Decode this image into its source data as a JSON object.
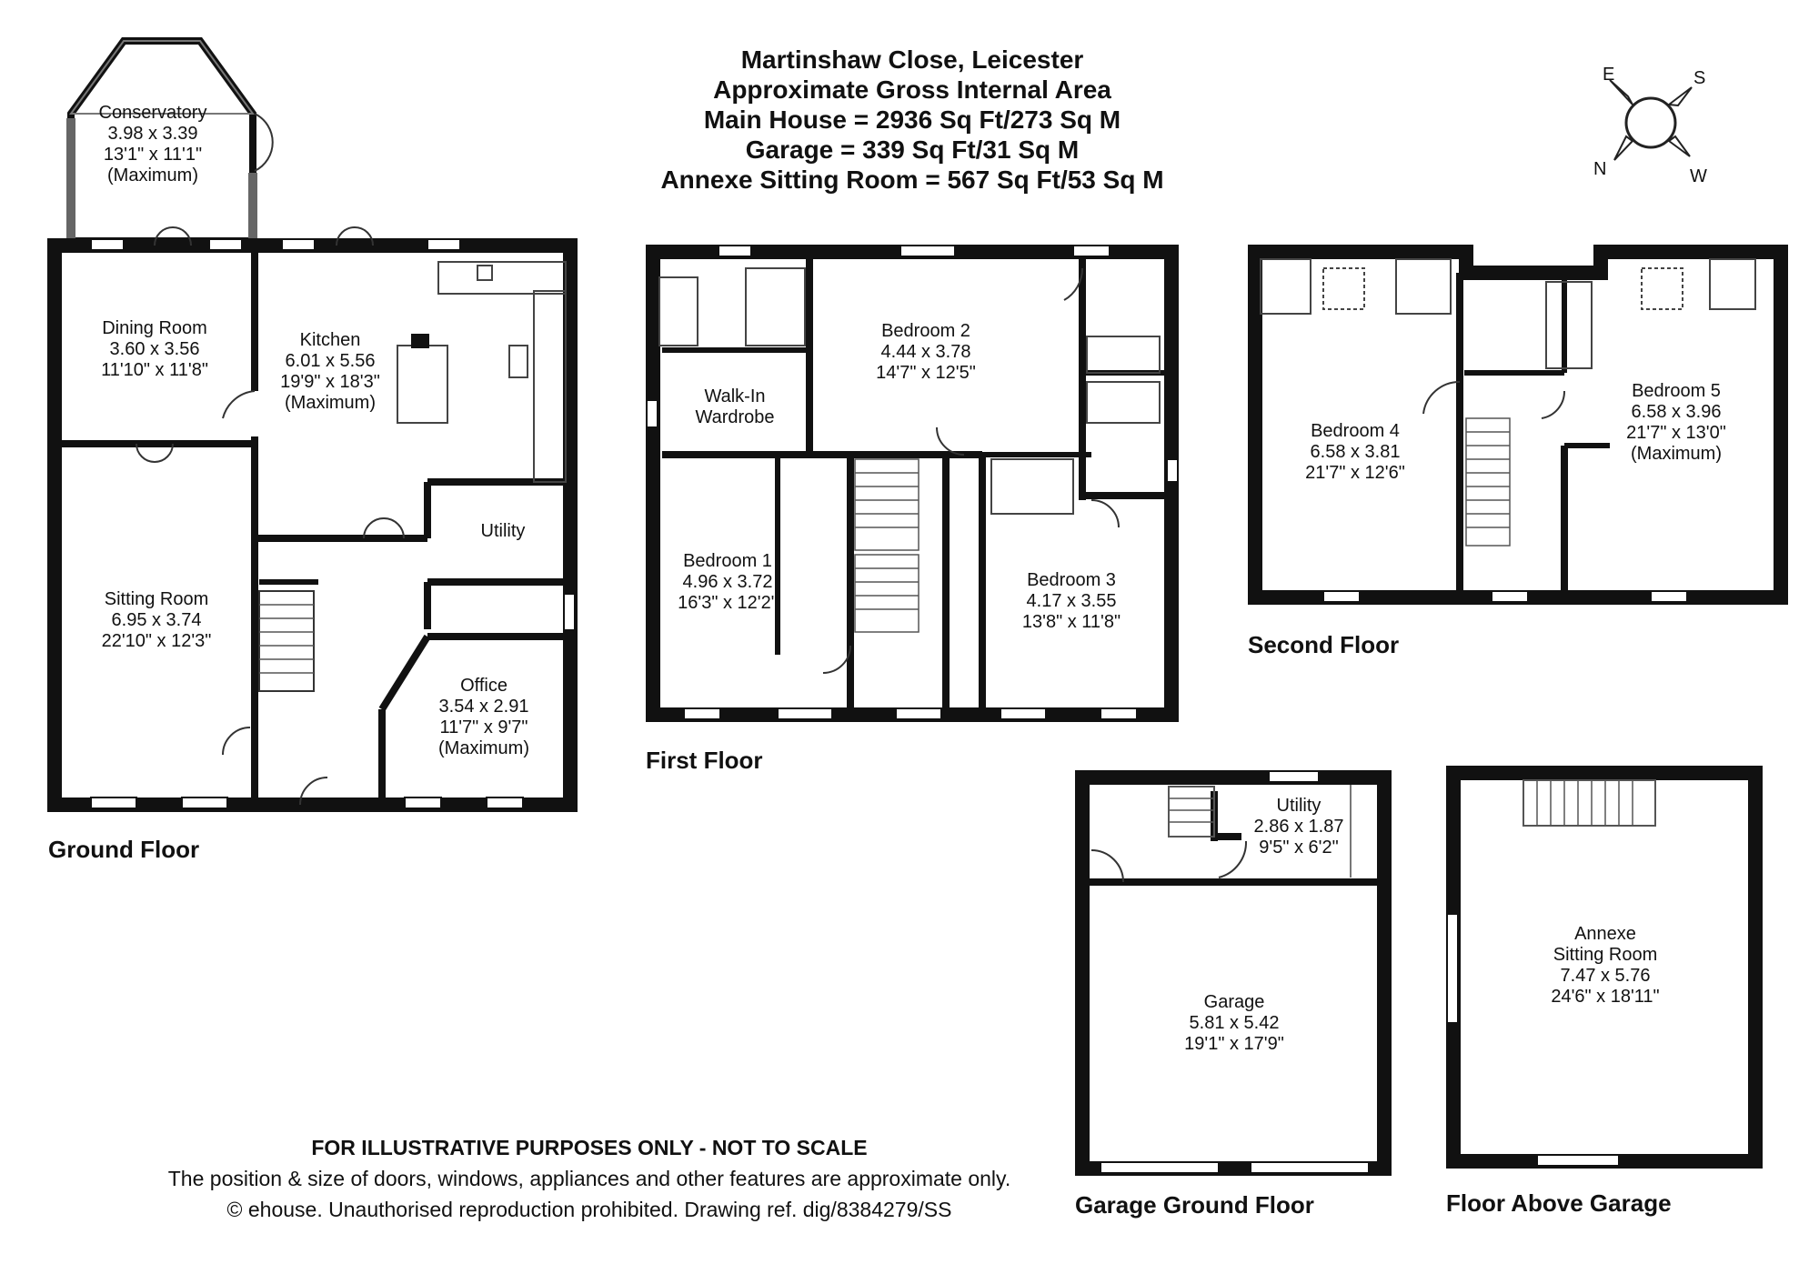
{
  "header": {
    "title": "Martinshaw Close, Leicester",
    "subtitle": "Approximate Gross Internal Area",
    "main_house": "Main House = 2936 Sq Ft/273 Sq M",
    "garage": "Garage = 339 Sq Ft/31 Sq M",
    "annexe": "Annexe Sitting Room = 567 Sq Ft/53 Sq M"
  },
  "compass": {
    "e": "E",
    "s": "S",
    "n": "N",
    "w": "W"
  },
  "floors": {
    "ground": "Ground Floor",
    "first": "First Floor",
    "second": "Second Floor",
    "garage_ground": "Garage Ground Floor",
    "above_garage": "Floor Above Garage"
  },
  "rooms": {
    "conservatory": {
      "name": "Conservatory",
      "metric": "3.98 x 3.39",
      "imperial": "13'1\" x 11'1\"",
      "note": "(Maximum)"
    },
    "dining": {
      "name": "Dining Room",
      "metric": "3.60 x 3.56",
      "imperial": "11'10\" x 11'8\""
    },
    "kitchen": {
      "name": "Kitchen",
      "metric": "6.01 x 5.56",
      "imperial": "19'9\" x 18'3\"",
      "note": "(Maximum)"
    },
    "utility": {
      "name": "Utility"
    },
    "sitting": {
      "name": "Sitting Room",
      "metric": "6.95 x 3.74",
      "imperial": "22'10\" x 12'3\""
    },
    "office": {
      "name": "Office",
      "metric": "3.54 x 2.91",
      "imperial": "11'7\" x 9'7\"",
      "note": "(Maximum)"
    },
    "walkin": {
      "line1": "Walk-In",
      "line2": "Wardrobe"
    },
    "bedroom1": {
      "name": "Bedroom 1",
      "metric": "4.96 x 3.72",
      "imperial": "16'3\" x 12'2\""
    },
    "bedroom2": {
      "name": "Bedroom 2",
      "metric": "4.44 x 3.78",
      "imperial": "14'7\" x 12'5\""
    },
    "bedroom3": {
      "name": "Bedroom 3",
      "metric": "4.17 x 3.55",
      "imperial": "13'8\" x 11'8\""
    },
    "bedroom4": {
      "name": "Bedroom 4",
      "metric": "6.58 x 3.81",
      "imperial": "21'7\" x 12'6\""
    },
    "bedroom5": {
      "name": "Bedroom 5",
      "metric": "6.58 x 3.96",
      "imperial": "21'7\" x 13'0\"",
      "note": "(Maximum)"
    },
    "garage_utility": {
      "name": "Utility",
      "metric": "2.86 x 1.87",
      "imperial": "9'5\" x 6'2\""
    },
    "garage": {
      "name": "Garage",
      "metric": "5.81 x 5.42",
      "imperial": "19'1\" x 17'9\""
    },
    "annexe": {
      "line1": "Annexe",
      "line2": "Sitting Room",
      "metric": "7.47 x 5.76",
      "imperial": "24'6\" x 18'11\""
    }
  },
  "footer": {
    "disclaimer": "FOR ILLUSTRATIVE PURPOSES ONLY - NOT TO SCALE",
    "note": "The position & size of doors, windows, appliances and other features are approximate only.",
    "copyright": "© ehouse. Unauthorised reproduction prohibited. Drawing ref. dig/8384279/SS"
  }
}
